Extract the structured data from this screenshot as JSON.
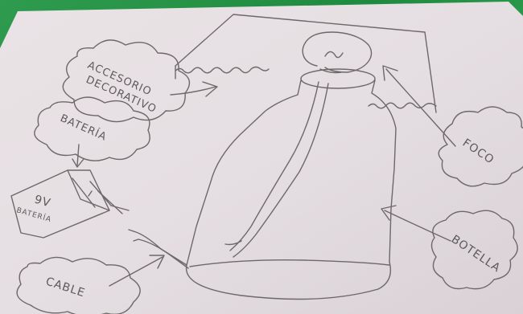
{
  "labels": {
    "accesorio": [
      "ACCESORIO",
      "DECORATIVO"
    ],
    "bateria": "BATERÍA",
    "bateria_label": [
      "9V",
      "BATERÍA"
    ],
    "cable": "CABLE",
    "foco": "FOCO",
    "botella": "BOTELLA"
  }
}
